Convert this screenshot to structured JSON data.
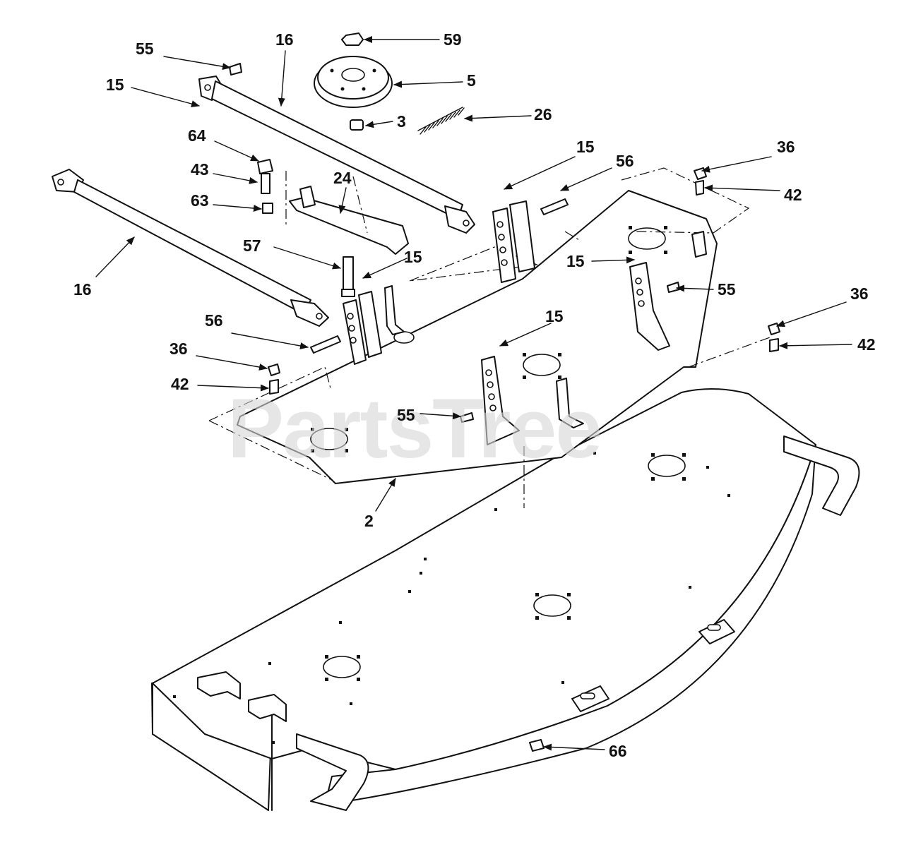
{
  "diagram": {
    "watermark": "PartsTree",
    "callouts": [
      {
        "id": "c55a",
        "label": "55"
      },
      {
        "id": "c16a",
        "label": "16"
      },
      {
        "id": "c59",
        "label": "59"
      },
      {
        "id": "c15a",
        "label": "15"
      },
      {
        "id": "c5",
        "label": "5"
      },
      {
        "id": "c3",
        "label": "3"
      },
      {
        "id": "c26",
        "label": "26"
      },
      {
        "id": "c64",
        "label": "64"
      },
      {
        "id": "c15b",
        "label": "15"
      },
      {
        "id": "c56a",
        "label": "56"
      },
      {
        "id": "c36a",
        "label": "36"
      },
      {
        "id": "c43",
        "label": "43"
      },
      {
        "id": "c24",
        "label": "24"
      },
      {
        "id": "c42a",
        "label": "42"
      },
      {
        "id": "c63",
        "label": "63"
      },
      {
        "id": "c57",
        "label": "57"
      },
      {
        "id": "c15c",
        "label": "15"
      },
      {
        "id": "c15d",
        "label": "15"
      },
      {
        "id": "c16b",
        "label": "16"
      },
      {
        "id": "c55b",
        "label": "55"
      },
      {
        "id": "c36b",
        "label": "36"
      },
      {
        "id": "c56b",
        "label": "56"
      },
      {
        "id": "c15e",
        "label": "15"
      },
      {
        "id": "c42b",
        "label": "42"
      },
      {
        "id": "c36c",
        "label": "36"
      },
      {
        "id": "c42c",
        "label": "42"
      },
      {
        "id": "c55c",
        "label": "55"
      },
      {
        "id": "c2",
        "label": "2"
      },
      {
        "id": "c66",
        "label": "66"
      }
    ]
  }
}
